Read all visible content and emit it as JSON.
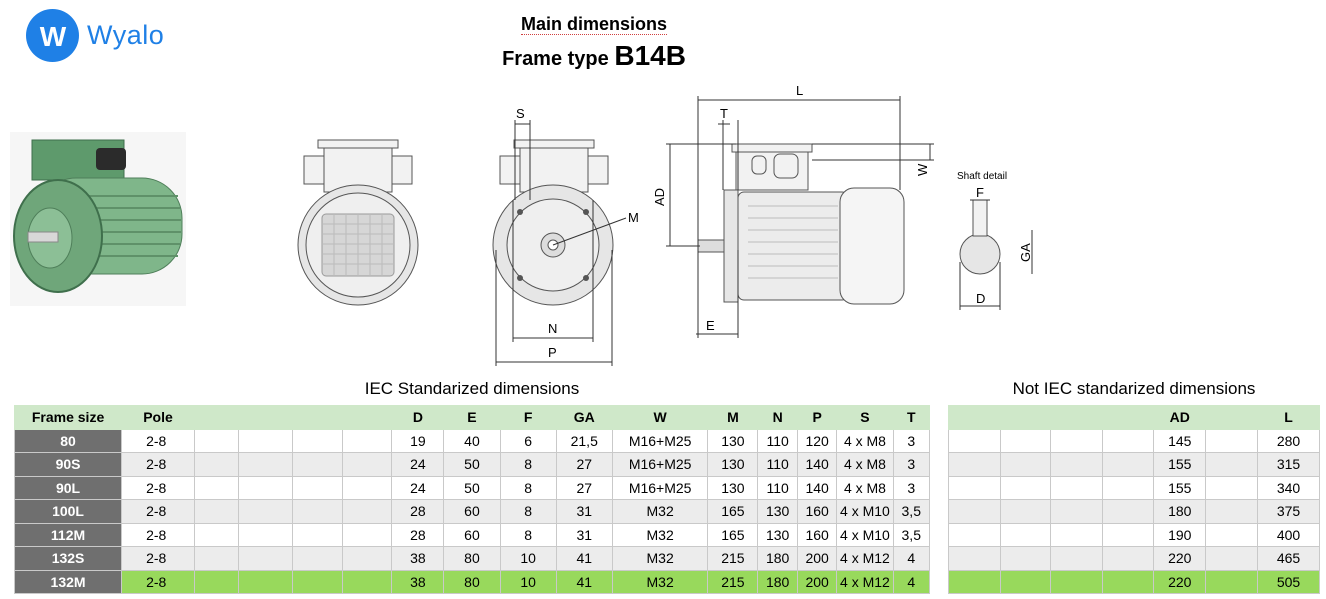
{
  "brand": {
    "name": "Wyalo",
    "logo_letter": "W",
    "color": "#1f80e6"
  },
  "title": {
    "main": "Main dimensions",
    "frame_prefix": "Frame type",
    "frame_code": "B14B"
  },
  "drawing": {
    "shaft_detail_label": "Shaft detail",
    "labels": {
      "S": "S",
      "M": "M",
      "N": "N",
      "P": "P",
      "L": "L",
      "T": "T",
      "AD": "AD",
      "W": "W",
      "E": "E",
      "F": "F",
      "GA": "GA",
      "D": "D"
    }
  },
  "iec": {
    "caption": "IEC Standarized dimensions",
    "headers": {
      "frame": "Frame size",
      "pole": "Pole",
      "D": "D",
      "E": "E",
      "F": "F",
      "GA": "GA",
      "W": "W",
      "M": "M",
      "N": "N",
      "P": "P",
      "S": "S",
      "T": "T"
    },
    "rows": [
      {
        "frame": "80",
        "pole": "2-8",
        "D": "19",
        "E": "40",
        "F": "6",
        "GA": "21,5",
        "W": "M16+M25",
        "M": "130",
        "N": "110",
        "P": "120",
        "S": "4 x M8",
        "T": "3"
      },
      {
        "frame": "90S",
        "pole": "2-8",
        "D": "24",
        "E": "50",
        "F": "8",
        "GA": "27",
        "W": "M16+M25",
        "M": "130",
        "N": "110",
        "P": "140",
        "S": "4 x M8",
        "T": "3"
      },
      {
        "frame": "90L",
        "pole": "2-8",
        "D": "24",
        "E": "50",
        "F": "8",
        "GA": "27",
        "W": "M16+M25",
        "M": "130",
        "N": "110",
        "P": "140",
        "S": "4 x M8",
        "T": "3"
      },
      {
        "frame": "100L",
        "pole": "2-8",
        "D": "28",
        "E": "60",
        "F": "8",
        "GA": "31",
        "W": "M32",
        "M": "165",
        "N": "130",
        "P": "160",
        "S": "4 x M10",
        "T": "3,5"
      },
      {
        "frame": "112M",
        "pole": "2-8",
        "D": "28",
        "E": "60",
        "F": "8",
        "GA": "31",
        "W": "M32",
        "M": "165",
        "N": "130",
        "P": "160",
        "S": "4 x M10",
        "T": "3,5"
      },
      {
        "frame": "132S",
        "pole": "2-8",
        "D": "38",
        "E": "80",
        "F": "10",
        "GA": "41",
        "W": "M32",
        "M": "215",
        "N": "180",
        "P": "200",
        "S": "4 x M12",
        "T": "4"
      },
      {
        "frame": "132M",
        "pole": "2-8",
        "D": "38",
        "E": "80",
        "F": "10",
        "GA": "41",
        "W": "M32",
        "M": "215",
        "N": "180",
        "P": "200",
        "S": "4 x M12",
        "T": "4"
      }
    ]
  },
  "non_iec": {
    "caption": "Not IEC standarized dimensions",
    "headers": {
      "AD": "AD",
      "L": "L"
    },
    "rows": [
      {
        "AD": "145",
        "L": "280"
      },
      {
        "AD": "155",
        "L": "315"
      },
      {
        "AD": "155",
        "L": "340"
      },
      {
        "AD": "180",
        "L": "375"
      },
      {
        "AD": "190",
        "L": "400"
      },
      {
        "AD": "220",
        "L": "465"
      },
      {
        "AD": "220",
        "L": "505"
      }
    ]
  },
  "colors": {
    "header_bg": "#cfe8c9",
    "frame_cell_bg": "#6f6f6f",
    "highlight_row": "#98d95c",
    "motor_green": "#6fa67a"
  }
}
